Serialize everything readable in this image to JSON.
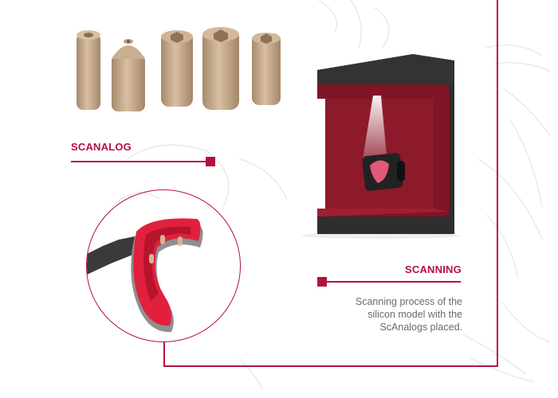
{
  "colors": {
    "accent": "#b5123e",
    "text_muted": "#6a6a6a",
    "analog_tan": "#c8a98a",
    "scanner_dark": "#2b2b2b",
    "scanner_red": "#8a1626",
    "silicone_red": "#e0213f"
  },
  "scanalog": {
    "title": "SCANALOG",
    "image": "scanalog-parts-image",
    "item_count": 5
  },
  "scanning": {
    "title": "SCANNING",
    "description_lines": [
      "Scanning process of the",
      "silicon model with the",
      "ScAnalogs placed."
    ],
    "image": "scanner-image"
  },
  "impression": {
    "image": "silicone-impression-tray-image"
  }
}
